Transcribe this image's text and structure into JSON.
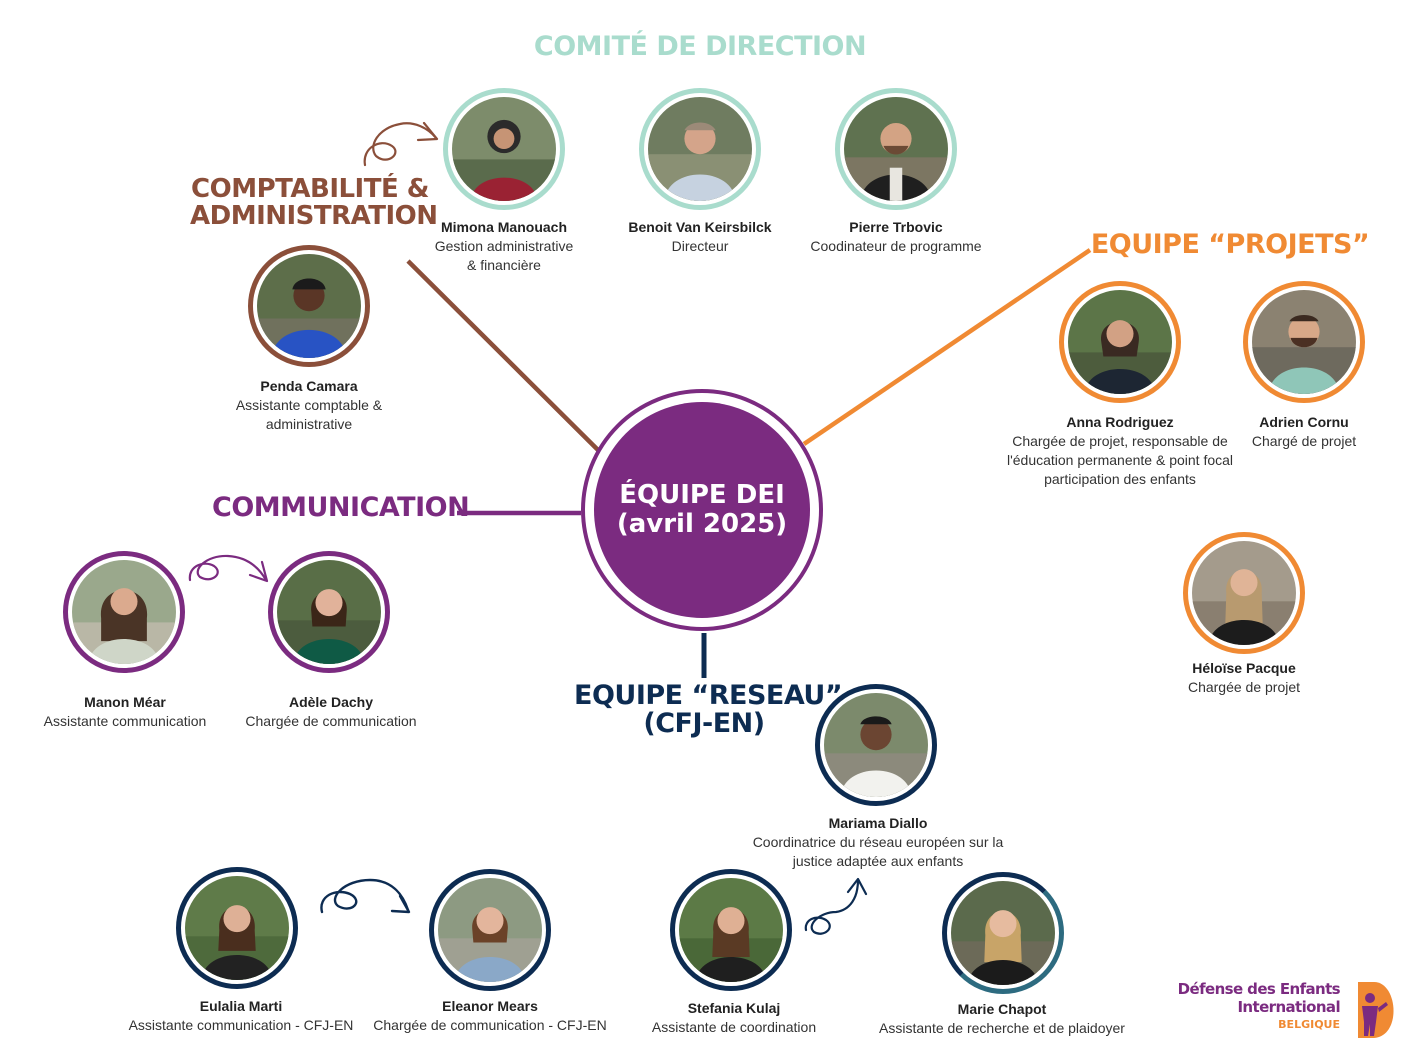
{
  "center": {
    "line1": "ÉQUIPE DEI",
    "line2": "(avril 2025)"
  },
  "sections": {
    "committee": "COMITÉ DE DIRECTION",
    "compta": [
      "COMPTABILITÉ &",
      "ADMINISTRATION"
    ],
    "projets": "EQUIPE “PROJETS”",
    "communication": "COMMUNICATION",
    "reseau": [
      "EQUIPE “RESEAU”",
      "(CFJ-EN)"
    ]
  },
  "colors": {
    "committee": "#a9dccd",
    "compta": "#8b4f3a",
    "projets": "#f08a33",
    "communication": "#7b2b80",
    "reseau": "#0d2c52"
  },
  "people": {
    "mimona": {
      "name": "Mimona Manouach",
      "role": "Gestion administrative\n& financière"
    },
    "benoit": {
      "name": "Benoit Van Keirsbilck",
      "role": "Directeur"
    },
    "pierre": {
      "name": "Pierre Trbovic",
      "role": "Coodinateur de programme"
    },
    "penda": {
      "name": "Penda Camara",
      "role": "Assistante comptable &\nadministrative"
    },
    "anna": {
      "name": "Anna Rodriguez",
      "role": "Chargée de projet, responsable de\nl'éducation permanente & point focal\nparticipation des enfants"
    },
    "adrien": {
      "name": "Adrien Cornu",
      "role": "Chargé de projet"
    },
    "heloise": {
      "name": "Héloïse Pacque",
      "role": "Chargée de projet"
    },
    "manon": {
      "name": "Manon Méar",
      "role": "Assistante communication"
    },
    "adele": {
      "name": "Adèle Dachy",
      "role": "Chargée de communication"
    },
    "mariama": {
      "name": "Mariama Diallo",
      "role": "Coordinatrice du réseau européen sur la\njustice adaptée aux enfants"
    },
    "eulalia": {
      "name": "Eulalia Marti",
      "role": "Assistante communication - CFJ-EN"
    },
    "eleanor": {
      "name": "Eleanor Mears",
      "role": "Chargée de communication - CFJ-EN"
    },
    "stefania": {
      "name": "Stefania Kulaj",
      "role": "Assistante de coordination"
    },
    "marie": {
      "name": "Marie Chapot",
      "role": "Assistante de recherche et de plaidoyer"
    }
  },
  "logo": {
    "line1": "Défense des Enfants",
    "line2": "International",
    "line3": "BELGIQUE"
  },
  "icons": [
    "person-photo-icon",
    "curved-arrow-icon",
    "logo-mark-icon"
  ]
}
